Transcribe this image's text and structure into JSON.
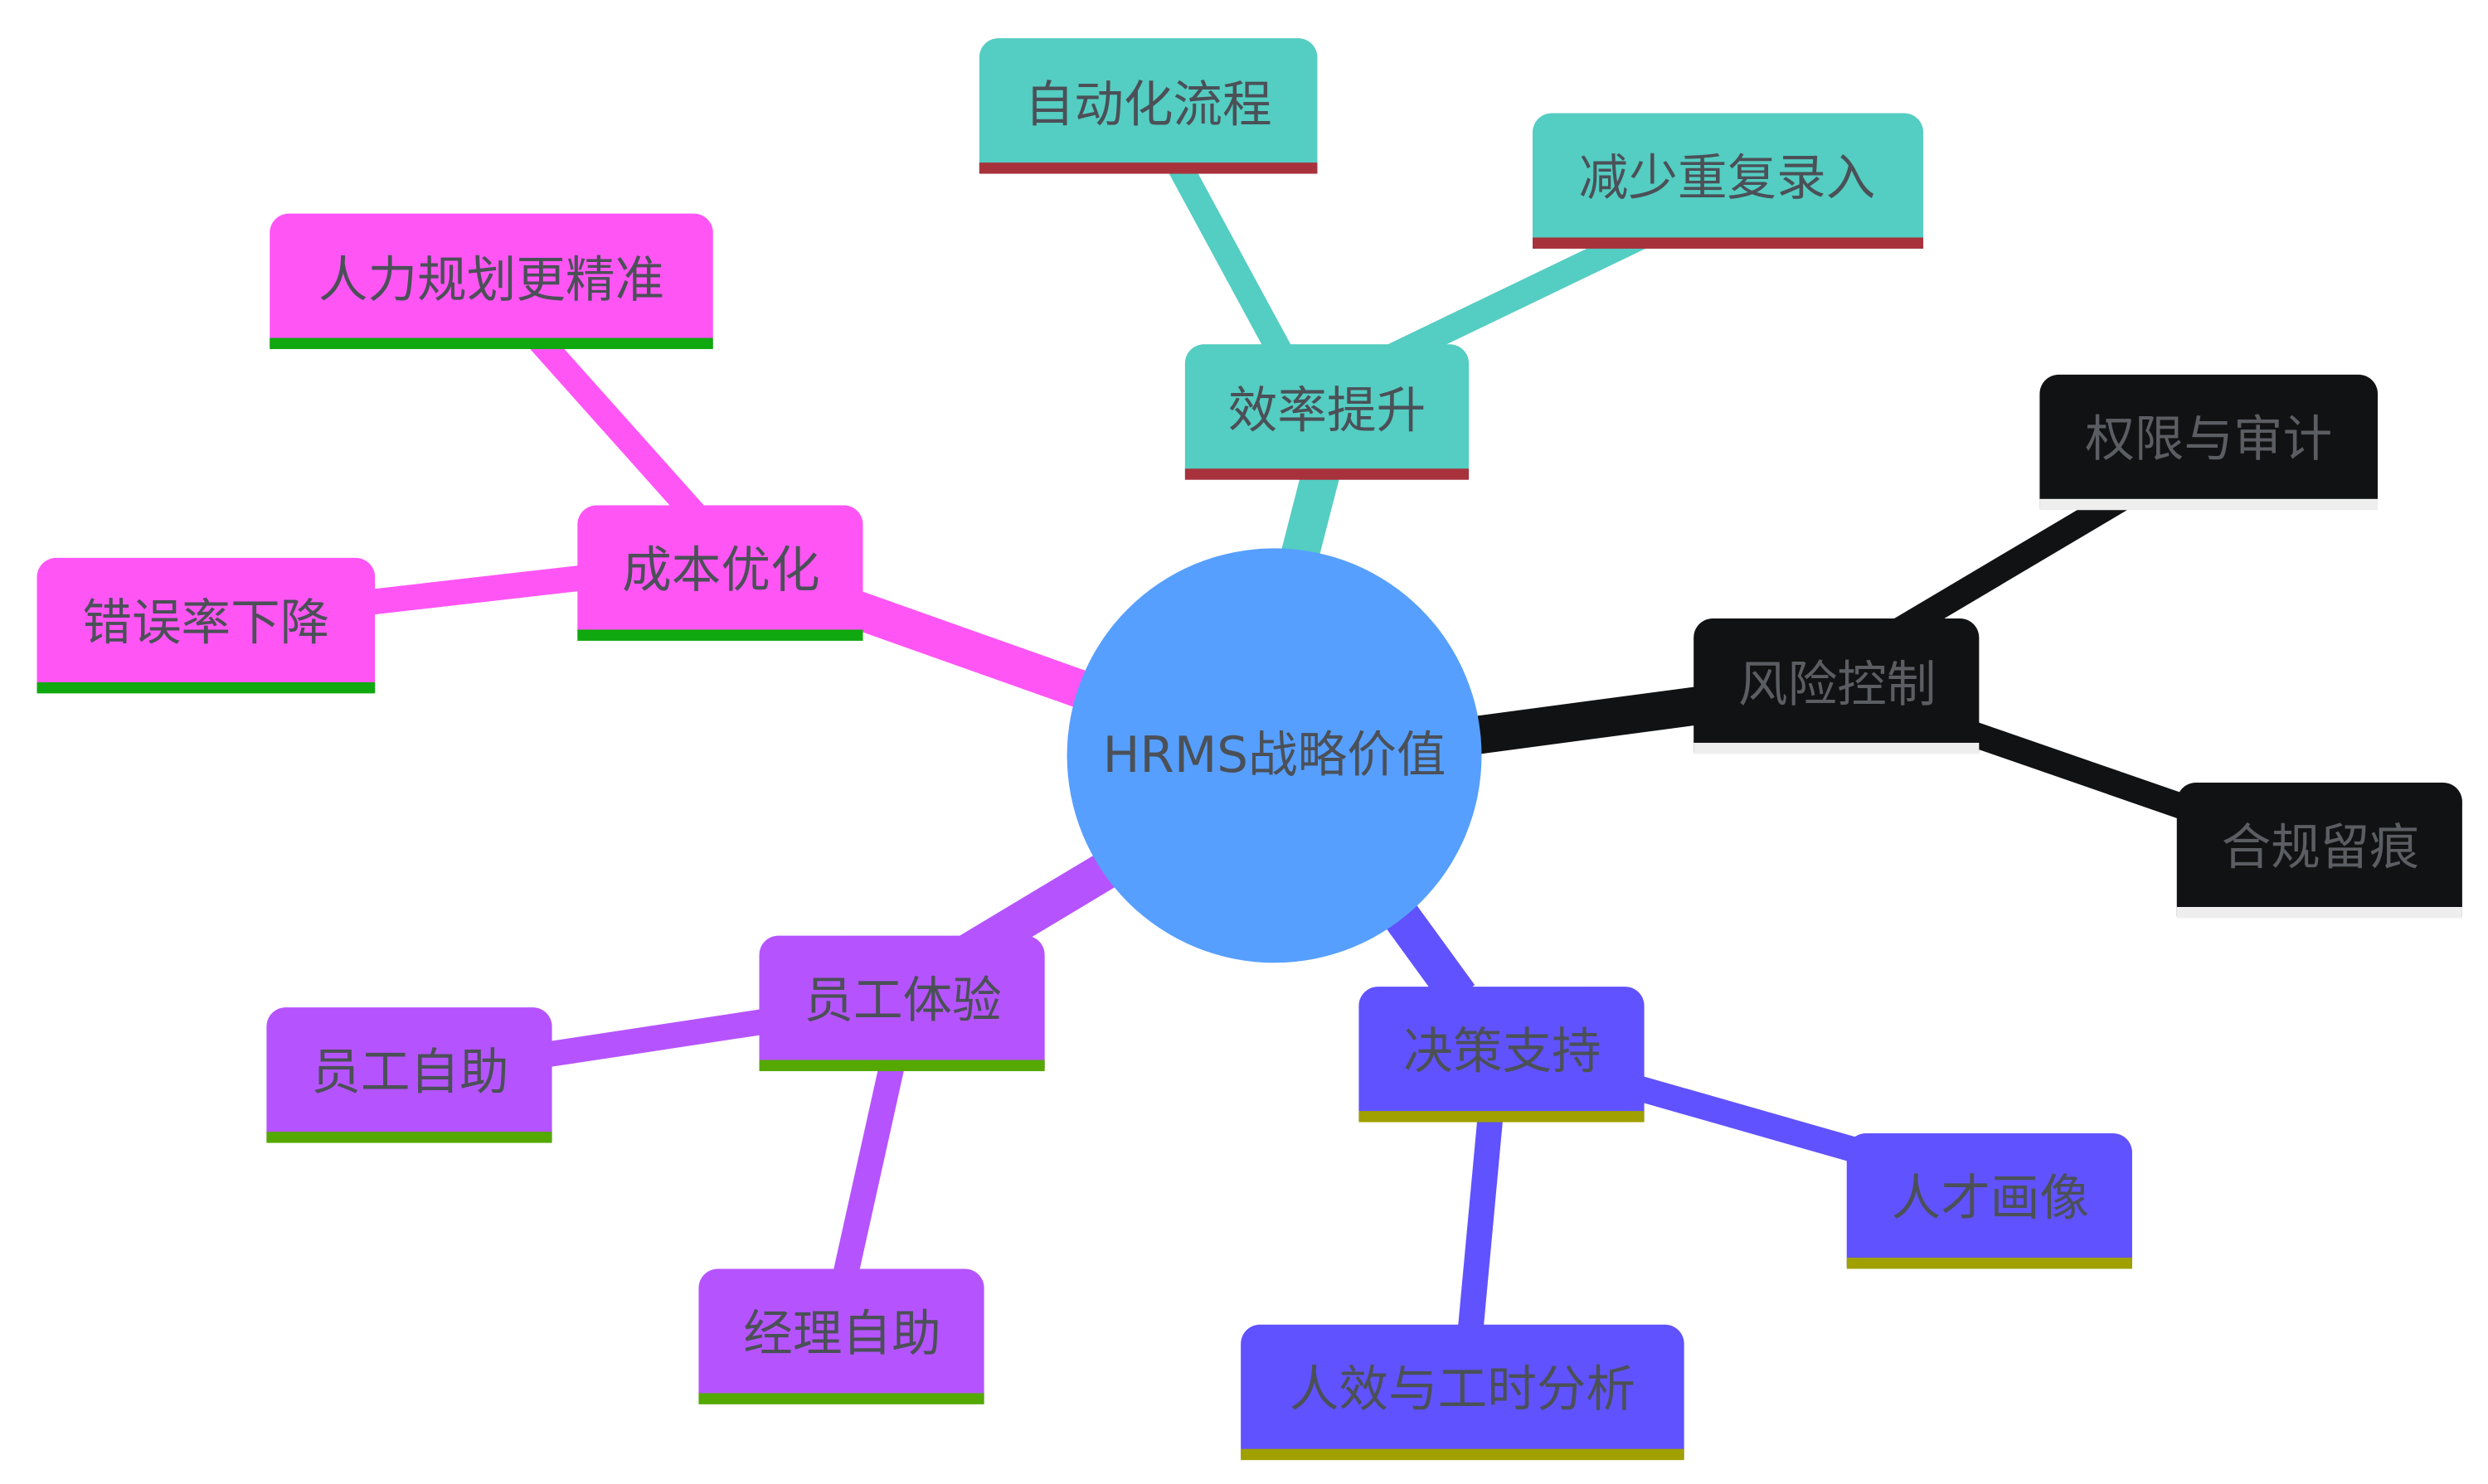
{
  "root": {
    "label": "HRMS战略价值",
    "color": "#569FFF"
  },
  "branches": {
    "efficiency": {
      "label": "效率提升",
      "color": "#54CDC2",
      "underline": "#A8323C",
      "children": [
        "自动化流程",
        "减少重复录入"
      ]
    },
    "risk": {
      "label": "风险控制",
      "color": "#111213",
      "underline": "#EEEEEE",
      "children": [
        "权限与审计",
        "合规留痕"
      ]
    },
    "decision": {
      "label": "决策支持",
      "color": "#6052FF",
      "underline": "#A0A000",
      "children": [
        "人才画像",
        "人效与工时分析"
      ]
    },
    "experience": {
      "label": "员工体验",
      "color": "#B554FF",
      "underline": "#55A800",
      "children": [
        "员工自助",
        "经理自助"
      ]
    },
    "cost": {
      "label": "成本优化",
      "color": "#FF55F5",
      "underline": "#0FA80F",
      "children": [
        "人力规划更精准",
        "错误率下降"
      ]
    }
  }
}
